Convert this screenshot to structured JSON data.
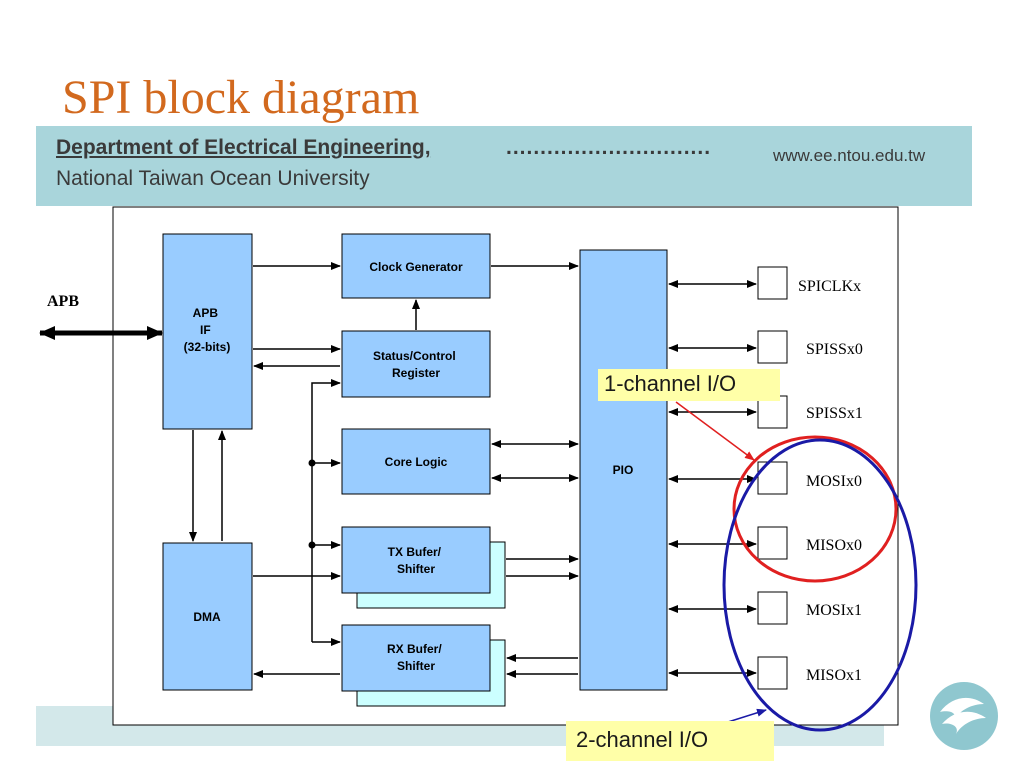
{
  "slide": {
    "title": "SPI block diagram",
    "department": "Department of Electrical Engineering,",
    "dots": "..............................",
    "university": "National Taiwan Ocean University",
    "url": "www.ee.ntou.edu.tw"
  },
  "diagram": {
    "apb_label": "APB",
    "blocks": {
      "apb_if": [
        "APB",
        "IF",
        "(32-bits)"
      ],
      "dma": "DMA",
      "clock_generator": "Clock Generator",
      "status_control": [
        "Status/Control",
        "Register"
      ],
      "core_logic": "Core Logic",
      "tx_buffer": [
        "TX Bufer/",
        "Shifter"
      ],
      "rx_buffer": [
        "RX Bufer/",
        "Shifter"
      ],
      "pio": "PIO"
    },
    "pins": [
      "SPICLKx",
      "SPISSx0",
      "SPISSx1",
      "MOSIx0",
      "MISOx0",
      "MOSIx1",
      "MISOx1"
    ]
  },
  "callouts": {
    "one_channel": "1-channel I/O",
    "two_channel": "2-channel I/O"
  },
  "colors": {
    "title": "#d2691e",
    "banner": "#a9d5db",
    "block_fill": "#99ccff",
    "shadow_fill": "#ccffff",
    "red_ellipse": "#e02020",
    "blue_ellipse": "#1a1aa6",
    "callout_bg": "#ffffa8"
  }
}
